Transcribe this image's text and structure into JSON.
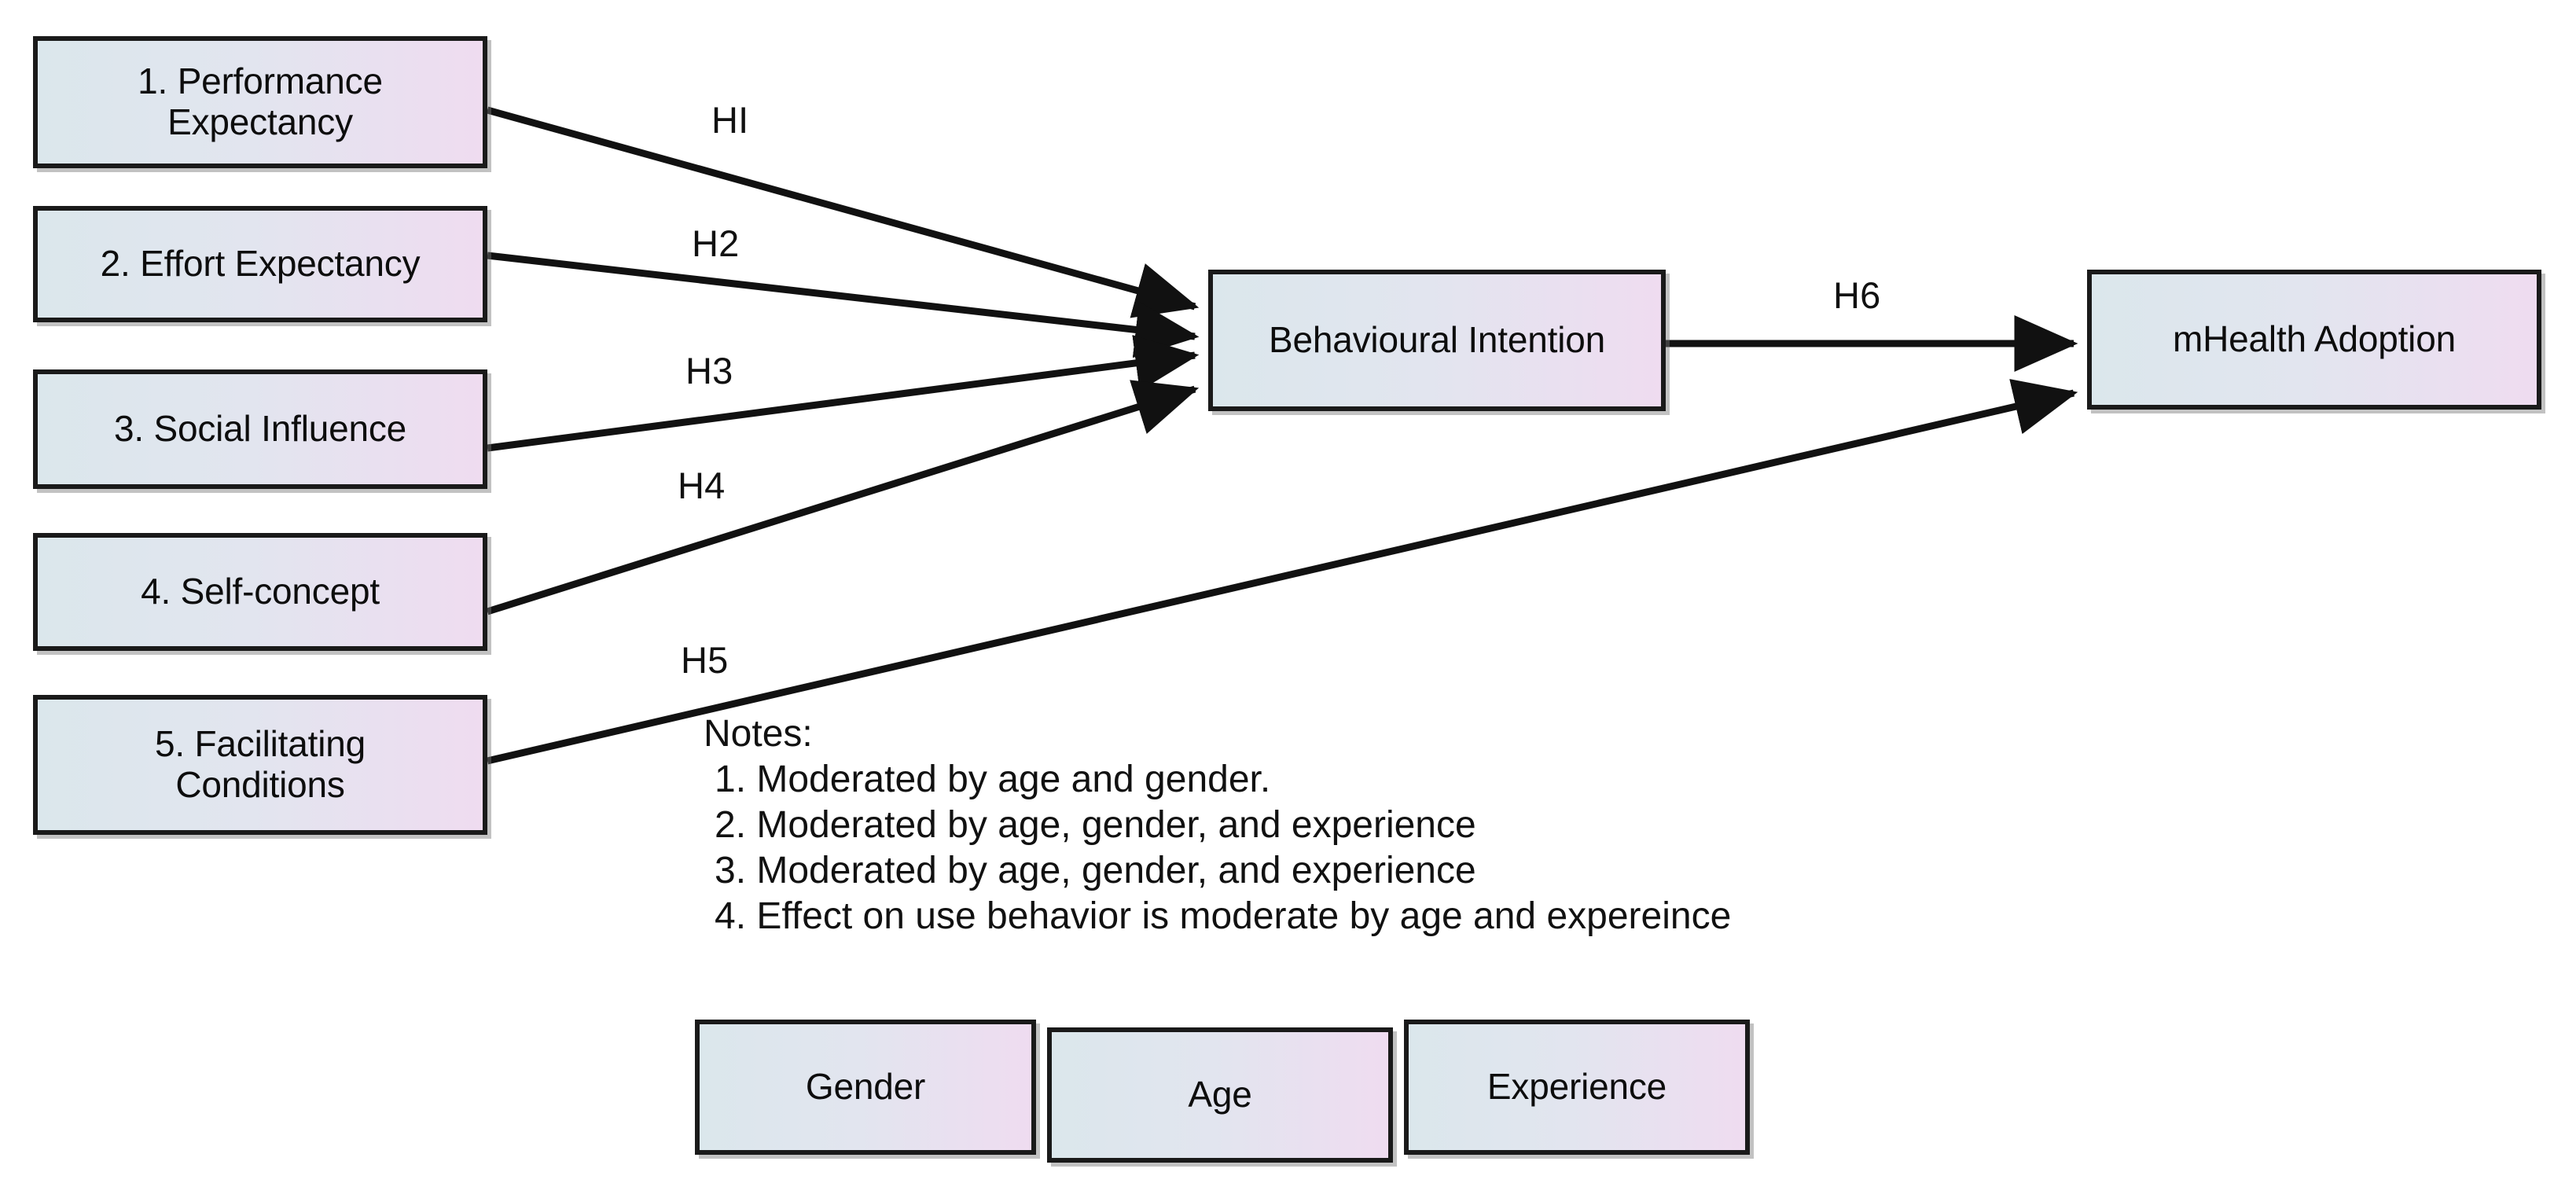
{
  "diagram": {
    "title": "UTAUT mHealth Adoption Conceptual Model",
    "colors": {
      "box_gradient_start": "#dbe7ec",
      "box_gradient_end": "#efdcf0",
      "box_border": "#1a1a1a",
      "edge_stroke": "#111111",
      "text": "#111111",
      "background": "#ffffff"
    },
    "predictors": [
      {
        "id": "performance-expectancy",
        "label": "1. Performance\nExpectancy"
      },
      {
        "id": "effort-expectancy",
        "label": "2. Effort Expectancy"
      },
      {
        "id": "social-influence",
        "label": "3. Social Influence"
      },
      {
        "id": "self-concept",
        "label": "4. Self-concept"
      },
      {
        "id": "facilitating-conditions",
        "label": "5. Facilitating\nConditions"
      }
    ],
    "mediator": {
      "id": "behavioural-intention",
      "label": "Behavioural Intention"
    },
    "outcome": {
      "id": "mhealth-adoption",
      "label": "mHealth Adoption"
    },
    "hypotheses": [
      {
        "id": "h1",
        "label": "HI",
        "from": "performance-expectancy",
        "to": "behavioural-intention"
      },
      {
        "id": "h2",
        "label": "H2",
        "from": "effort-expectancy",
        "to": "behavioural-intention"
      },
      {
        "id": "h3",
        "label": "H3",
        "from": "social-influence",
        "to": "behavioural-intention"
      },
      {
        "id": "h4",
        "label": "H4",
        "from": "self-concept",
        "to": "behavioural-intention"
      },
      {
        "id": "h5",
        "label": "H5",
        "from": "facilitating-conditions",
        "to": "mhealth-adoption"
      },
      {
        "id": "h6",
        "label": "H6",
        "from": "behavioural-intention",
        "to": "mhealth-adoption"
      }
    ],
    "notes": {
      "heading": "Notes:",
      "items": [
        "1. Moderated by age and gender.",
        "2. Moderated by age, gender, and experience",
        "3. Moderated by age, gender, and experience",
        "4. Effect on use behavior is moderate by age and expereince"
      ]
    },
    "moderators": [
      {
        "id": "gender",
        "label": "Gender"
      },
      {
        "id": "age",
        "label": "Age"
      },
      {
        "id": "experience",
        "label": "Experience"
      }
    ]
  }
}
